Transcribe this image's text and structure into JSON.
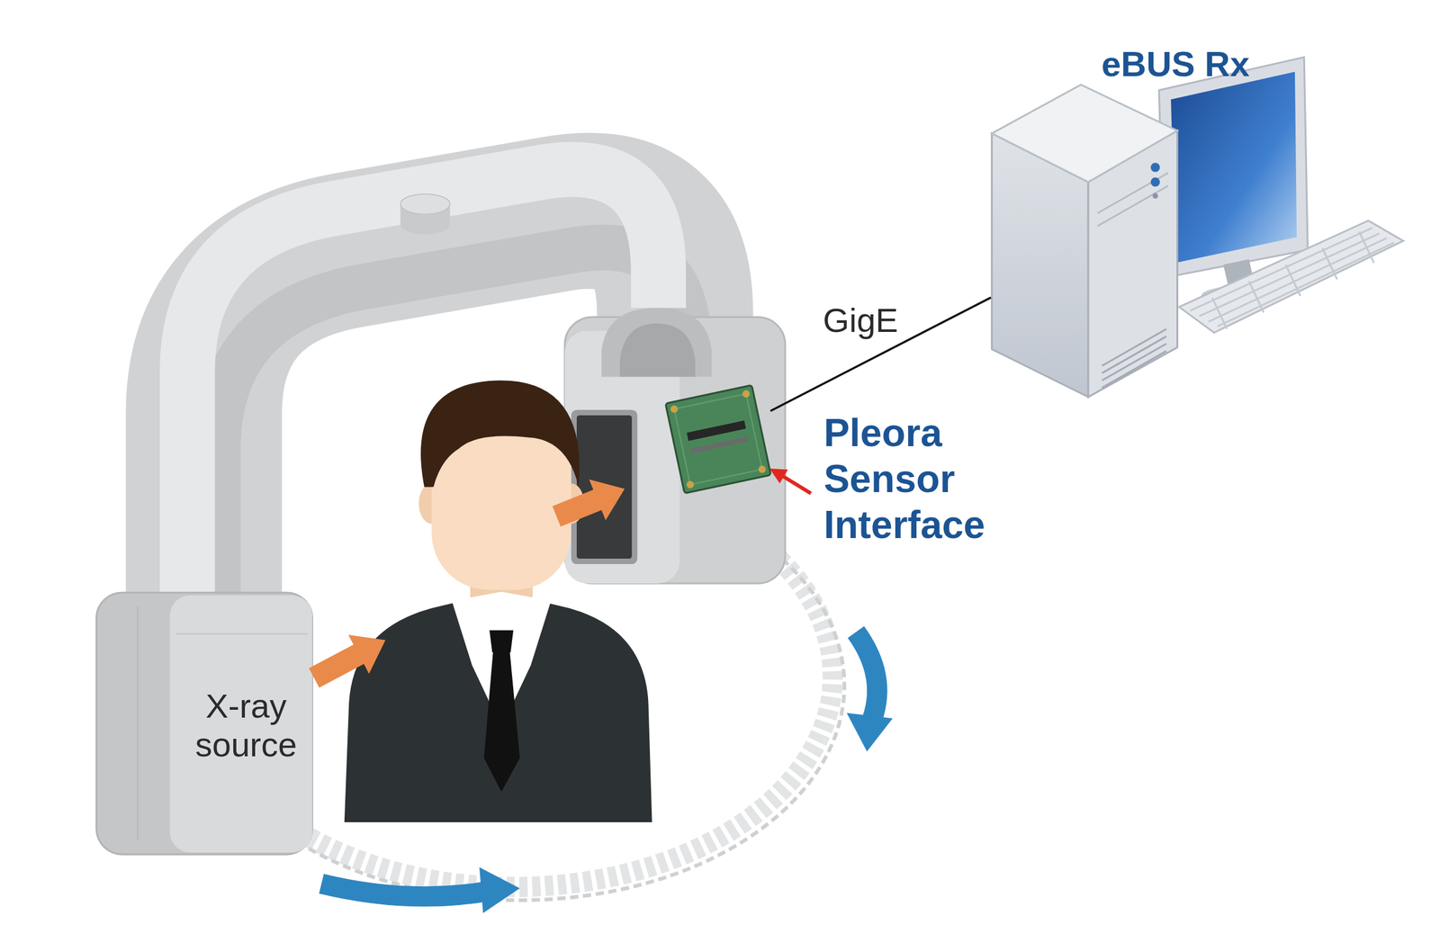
{
  "diagram": {
    "nodes": [
      {
        "text": [
          "eBUS Rx"
        ]
      },
      {
        "text": [
          "Pleora Sensor Interface"
        ]
      },
      {
        "text": [
          "X-ray source"
        ]
      }
    ],
    "edges": [
      {
        "from": 1,
        "to": 0,
        "arrow": "none",
        "label": "GigE"
      }
    ]
  }
}
